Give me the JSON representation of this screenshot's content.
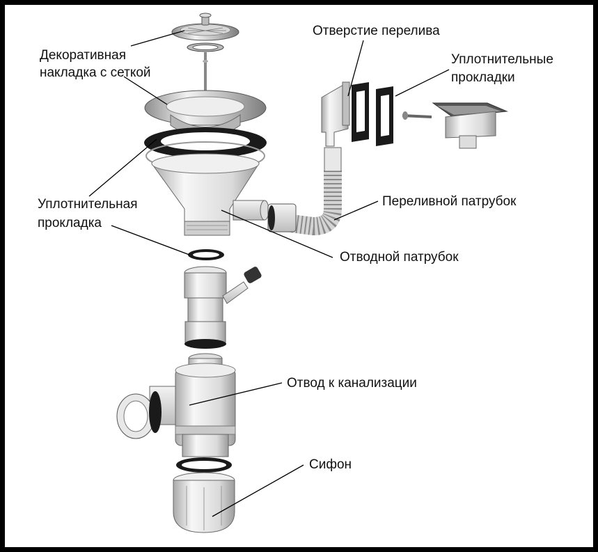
{
  "labels": {
    "decor_line1": "Декоративная",
    "decor_line2": "накладка с сеткой",
    "overflow_hole": "Отверстие перелива",
    "gaskets_line1": "Уплотнительные",
    "gaskets_line2": "прокладки",
    "gasket_line1": "Уплотнительная",
    "gasket_line2": "прокладка",
    "overflow_pipe": "Переливной патрубок",
    "drain_pipe": "Отводной патрубок",
    "sewer_outlet": "Отвод к канализации",
    "siphon": "Сифон"
  },
  "colors": {
    "metal": "#c8c8c8",
    "plastic": "#e6e6e6",
    "gasket": "#1a1a1a",
    "leader": "#000000"
  }
}
